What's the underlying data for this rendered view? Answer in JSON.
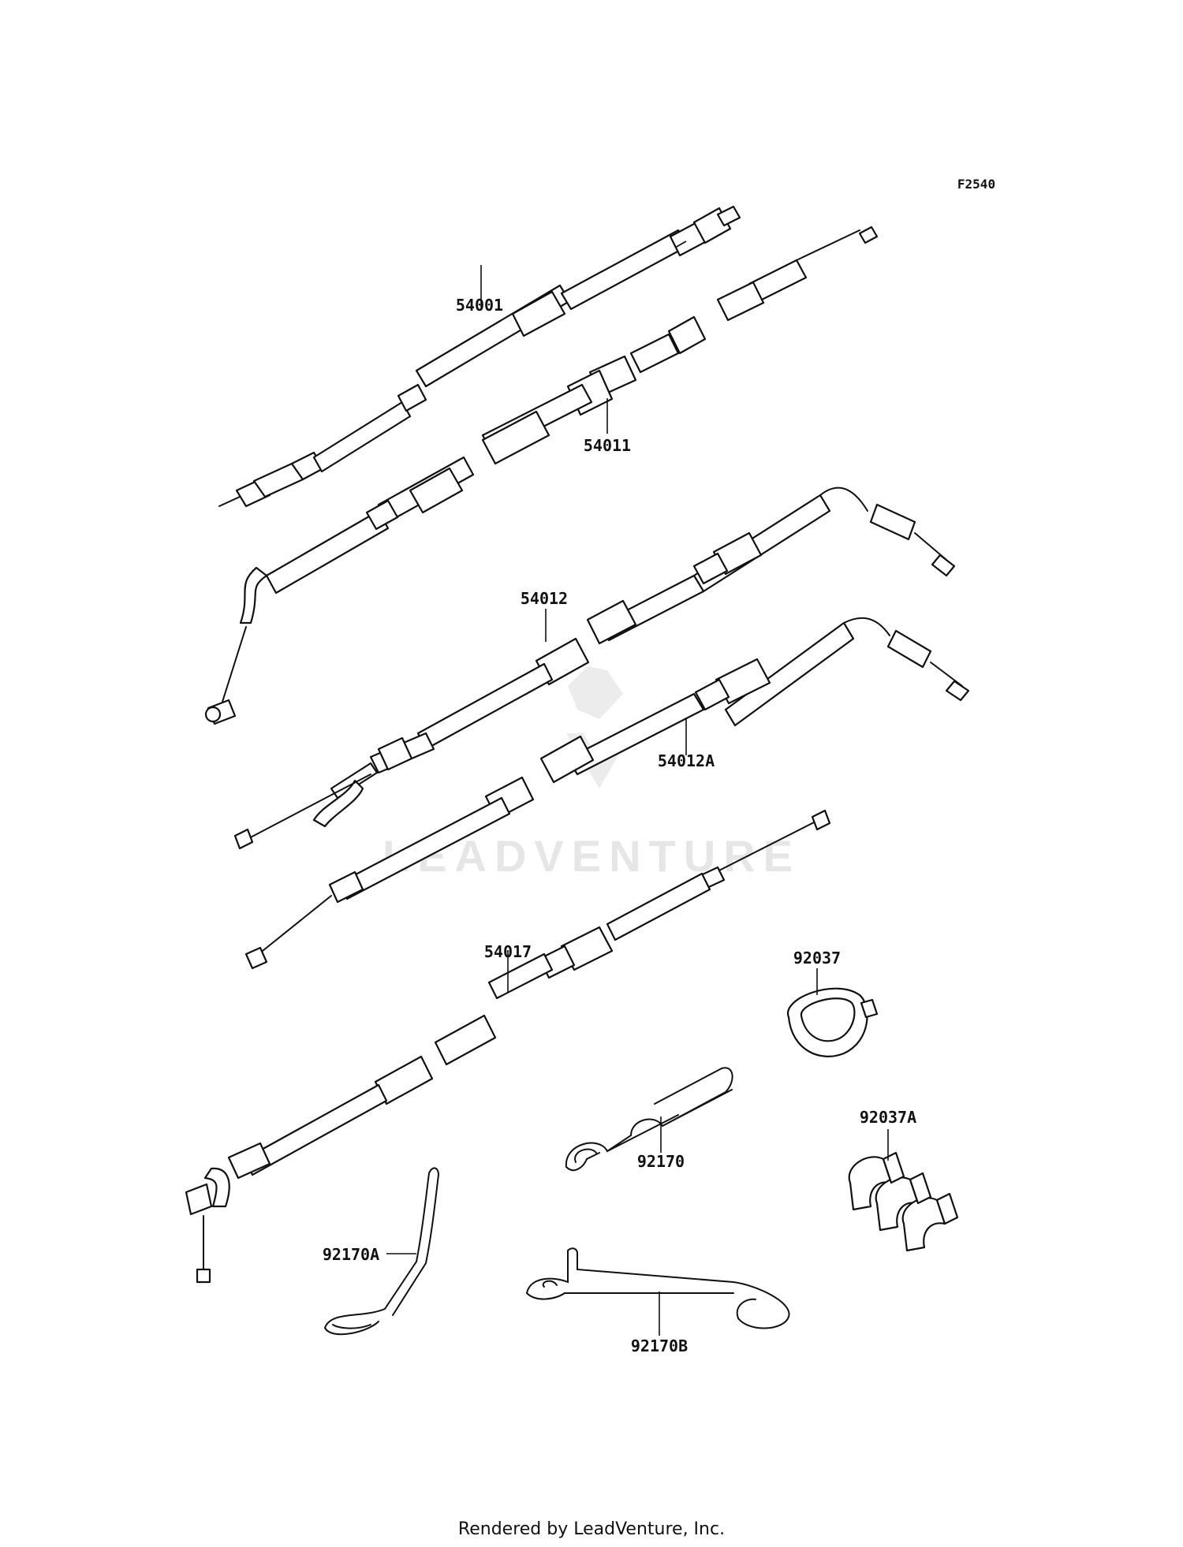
{
  "figure_code": "F2540",
  "watermark": "LEADVENTURE",
  "footer": "Rendered by LeadVenture, Inc.",
  "parts": [
    {
      "id": "54001",
      "label": "54001"
    },
    {
      "id": "54011",
      "label": "54011"
    },
    {
      "id": "54012",
      "label": "54012"
    },
    {
      "id": "54012A",
      "label": "54012A"
    },
    {
      "id": "54017",
      "label": "54017"
    },
    {
      "id": "92037",
      "label": "92037"
    },
    {
      "id": "92037A",
      "label": "92037A"
    },
    {
      "id": "92170",
      "label": "92170"
    },
    {
      "id": "92170A",
      "label": "92170A"
    },
    {
      "id": "92170B",
      "label": "92170B"
    }
  ]
}
